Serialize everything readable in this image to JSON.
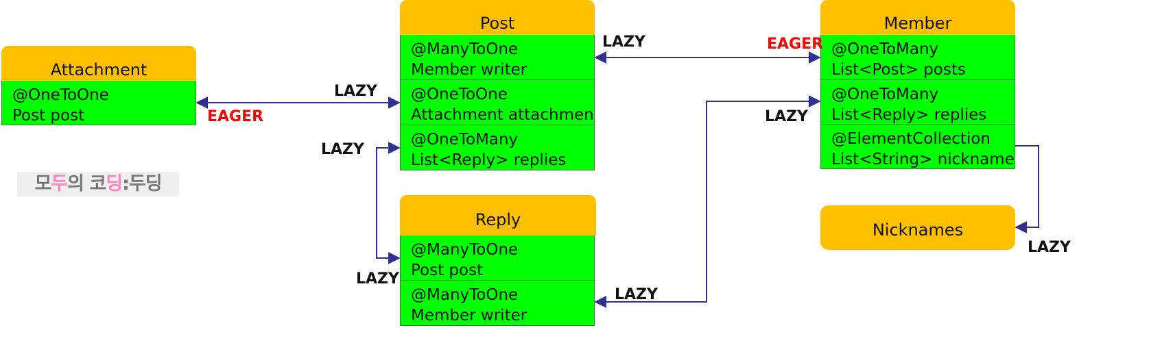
{
  "entities": {
    "attachment": {
      "title": "Attachment",
      "rows": [
        [
          "@OneToOne",
          "Post post"
        ]
      ]
    },
    "post": {
      "title": "Post",
      "rows": [
        [
          "@ManyToOne",
          "Member writer"
        ],
        [
          "@OneToOne",
          "Attachment attachment"
        ],
        [
          "@OneToMany",
          "List<Reply> replies"
        ]
      ]
    },
    "reply": {
      "title": "Reply",
      "rows": [
        [
          "@ManyToOne",
          "Post post"
        ],
        [
          "@ManyToOne",
          "Member writer"
        ]
      ]
    },
    "member": {
      "title": "Member",
      "rows": [
        [
          "@OneToMany",
          "List<Post> posts"
        ],
        [
          "@OneToMany",
          "List<Reply> replies"
        ],
        [
          "@ElementCollection",
          "List<String> nicknames;"
        ]
      ]
    },
    "nicknames": {
      "title": "Nicknames"
    }
  },
  "labels": {
    "attach_post_lazy": "LAZY",
    "attach_post_eager": "EAGER",
    "post_member_lazy": "LAZY",
    "post_member_eager": "EAGER",
    "post_reply_lazy_top": "LAZY",
    "post_reply_lazy_bottom": "LAZY",
    "member_reply_lazy_member": "LAZY",
    "member_reply_lazy_reply": "LAZY",
    "member_nicknames_lazy": "LAZY"
  },
  "logo": {
    "part1": "모",
    "part2": "두",
    "part3": "의 코",
    "part4": "딩",
    "part5": ":두딩"
  },
  "colors": {
    "header": "#ffc000",
    "field_row": "#00ff00",
    "arrow": "#2e3192",
    "eager": "#ff0000"
  }
}
